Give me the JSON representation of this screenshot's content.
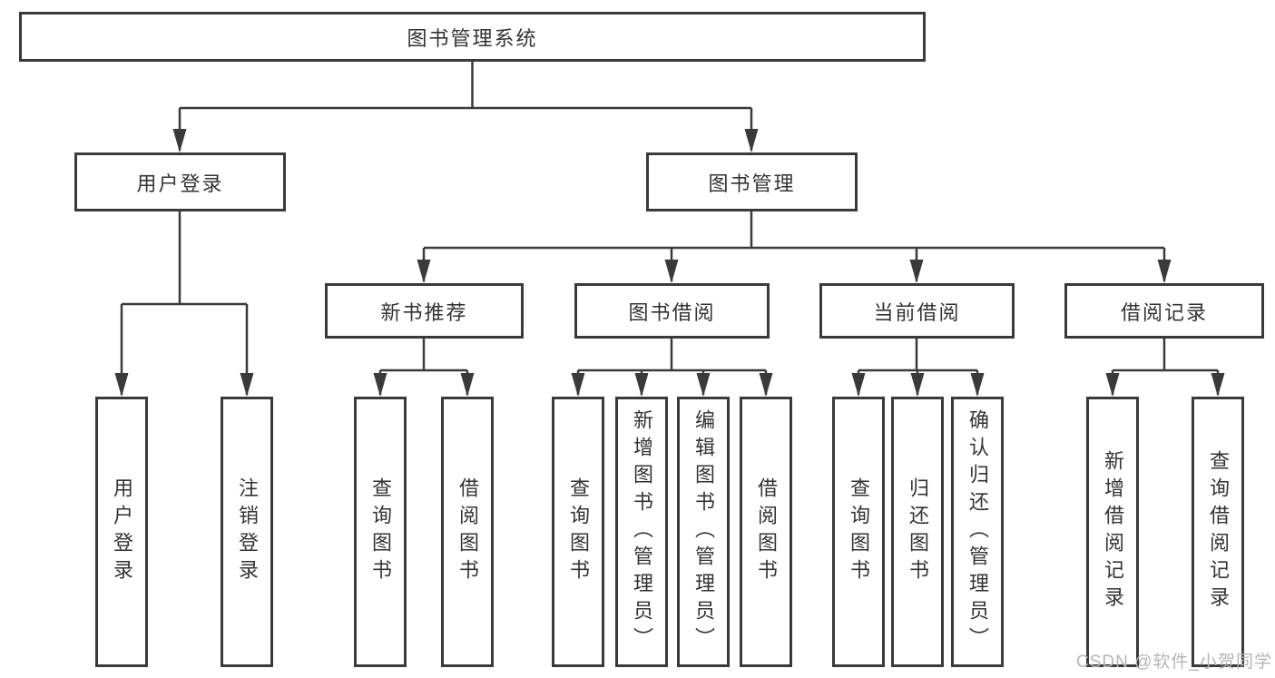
{
  "page": {
    "background": "#ffffff",
    "line_color": "#3a3a3a",
    "text_color": "#333333",
    "watermark": {
      "text": "CSDN @软件_小贺同学",
      "color": "#b5b5b5"
    }
  },
  "tree": {
    "root": {
      "label": "图书管理系统"
    },
    "branches": [
      {
        "label": "用户登录",
        "children": [
          {
            "label": "用户登录"
          },
          {
            "label": "注销登录"
          }
        ]
      },
      {
        "label": "图书管理",
        "children": [
          {
            "label": "新书推荐",
            "children": [
              {
                "label": "查询图书"
              },
              {
                "label": "借阅图书"
              }
            ]
          },
          {
            "label": "图书借阅",
            "children": [
              {
                "label": "查询图书"
              },
              {
                "label": "新增图书（管理员）"
              },
              {
                "label": "编辑图书（管理员）"
              },
              {
                "label": "借阅图书"
              }
            ]
          },
          {
            "label": "当前借阅",
            "children": [
              {
                "label": "查询图书"
              },
              {
                "label": "归还图书"
              },
              {
                "label": "确认归还（管理员）"
              }
            ]
          },
          {
            "label": "借阅记录",
            "children": [
              {
                "label": "新增借阅记录"
              },
              {
                "label": "查询借阅记录"
              }
            ]
          }
        ]
      }
    ]
  }
}
